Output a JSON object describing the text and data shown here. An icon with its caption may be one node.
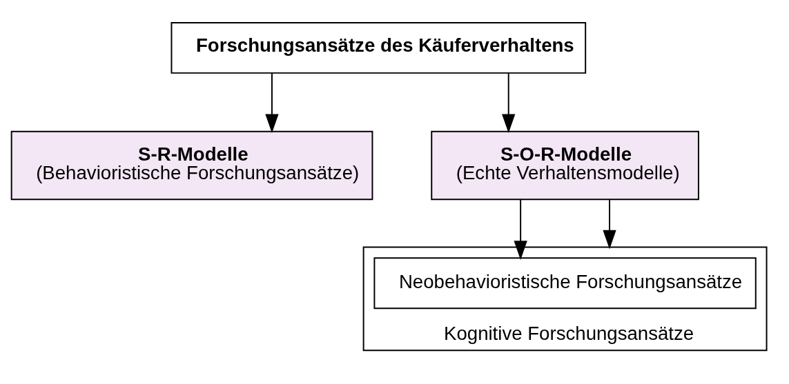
{
  "diagram": {
    "nodes": [
      {
        "text": [
          "Forschungsansätze des Käuferverhaltens"
        ]
      },
      {
        "text": [
          "S-R-Modelle",
          "(Behavioristische Forschungsansätze)"
        ]
      },
      {
        "text": [
          "S-O-R-Modelle",
          "(Echte Verhaltensmodelle)"
        ]
      },
      {
        "text": [
          "Kognitive Forschungsansätze"
        ]
      },
      {
        "text": [
          "Neobehavioristische Forschungsansätze"
        ],
        "in": 3
      }
    ],
    "edges": [
      {
        "from": 0,
        "to": 1,
        "arrow": "to"
      },
      {
        "from": 0,
        "to": 2,
        "arrow": "to"
      },
      {
        "from": 2,
        "to": 4,
        "arrow": "to"
      },
      {
        "from": 2,
        "to": 3,
        "arrow": "to"
      }
    ]
  }
}
